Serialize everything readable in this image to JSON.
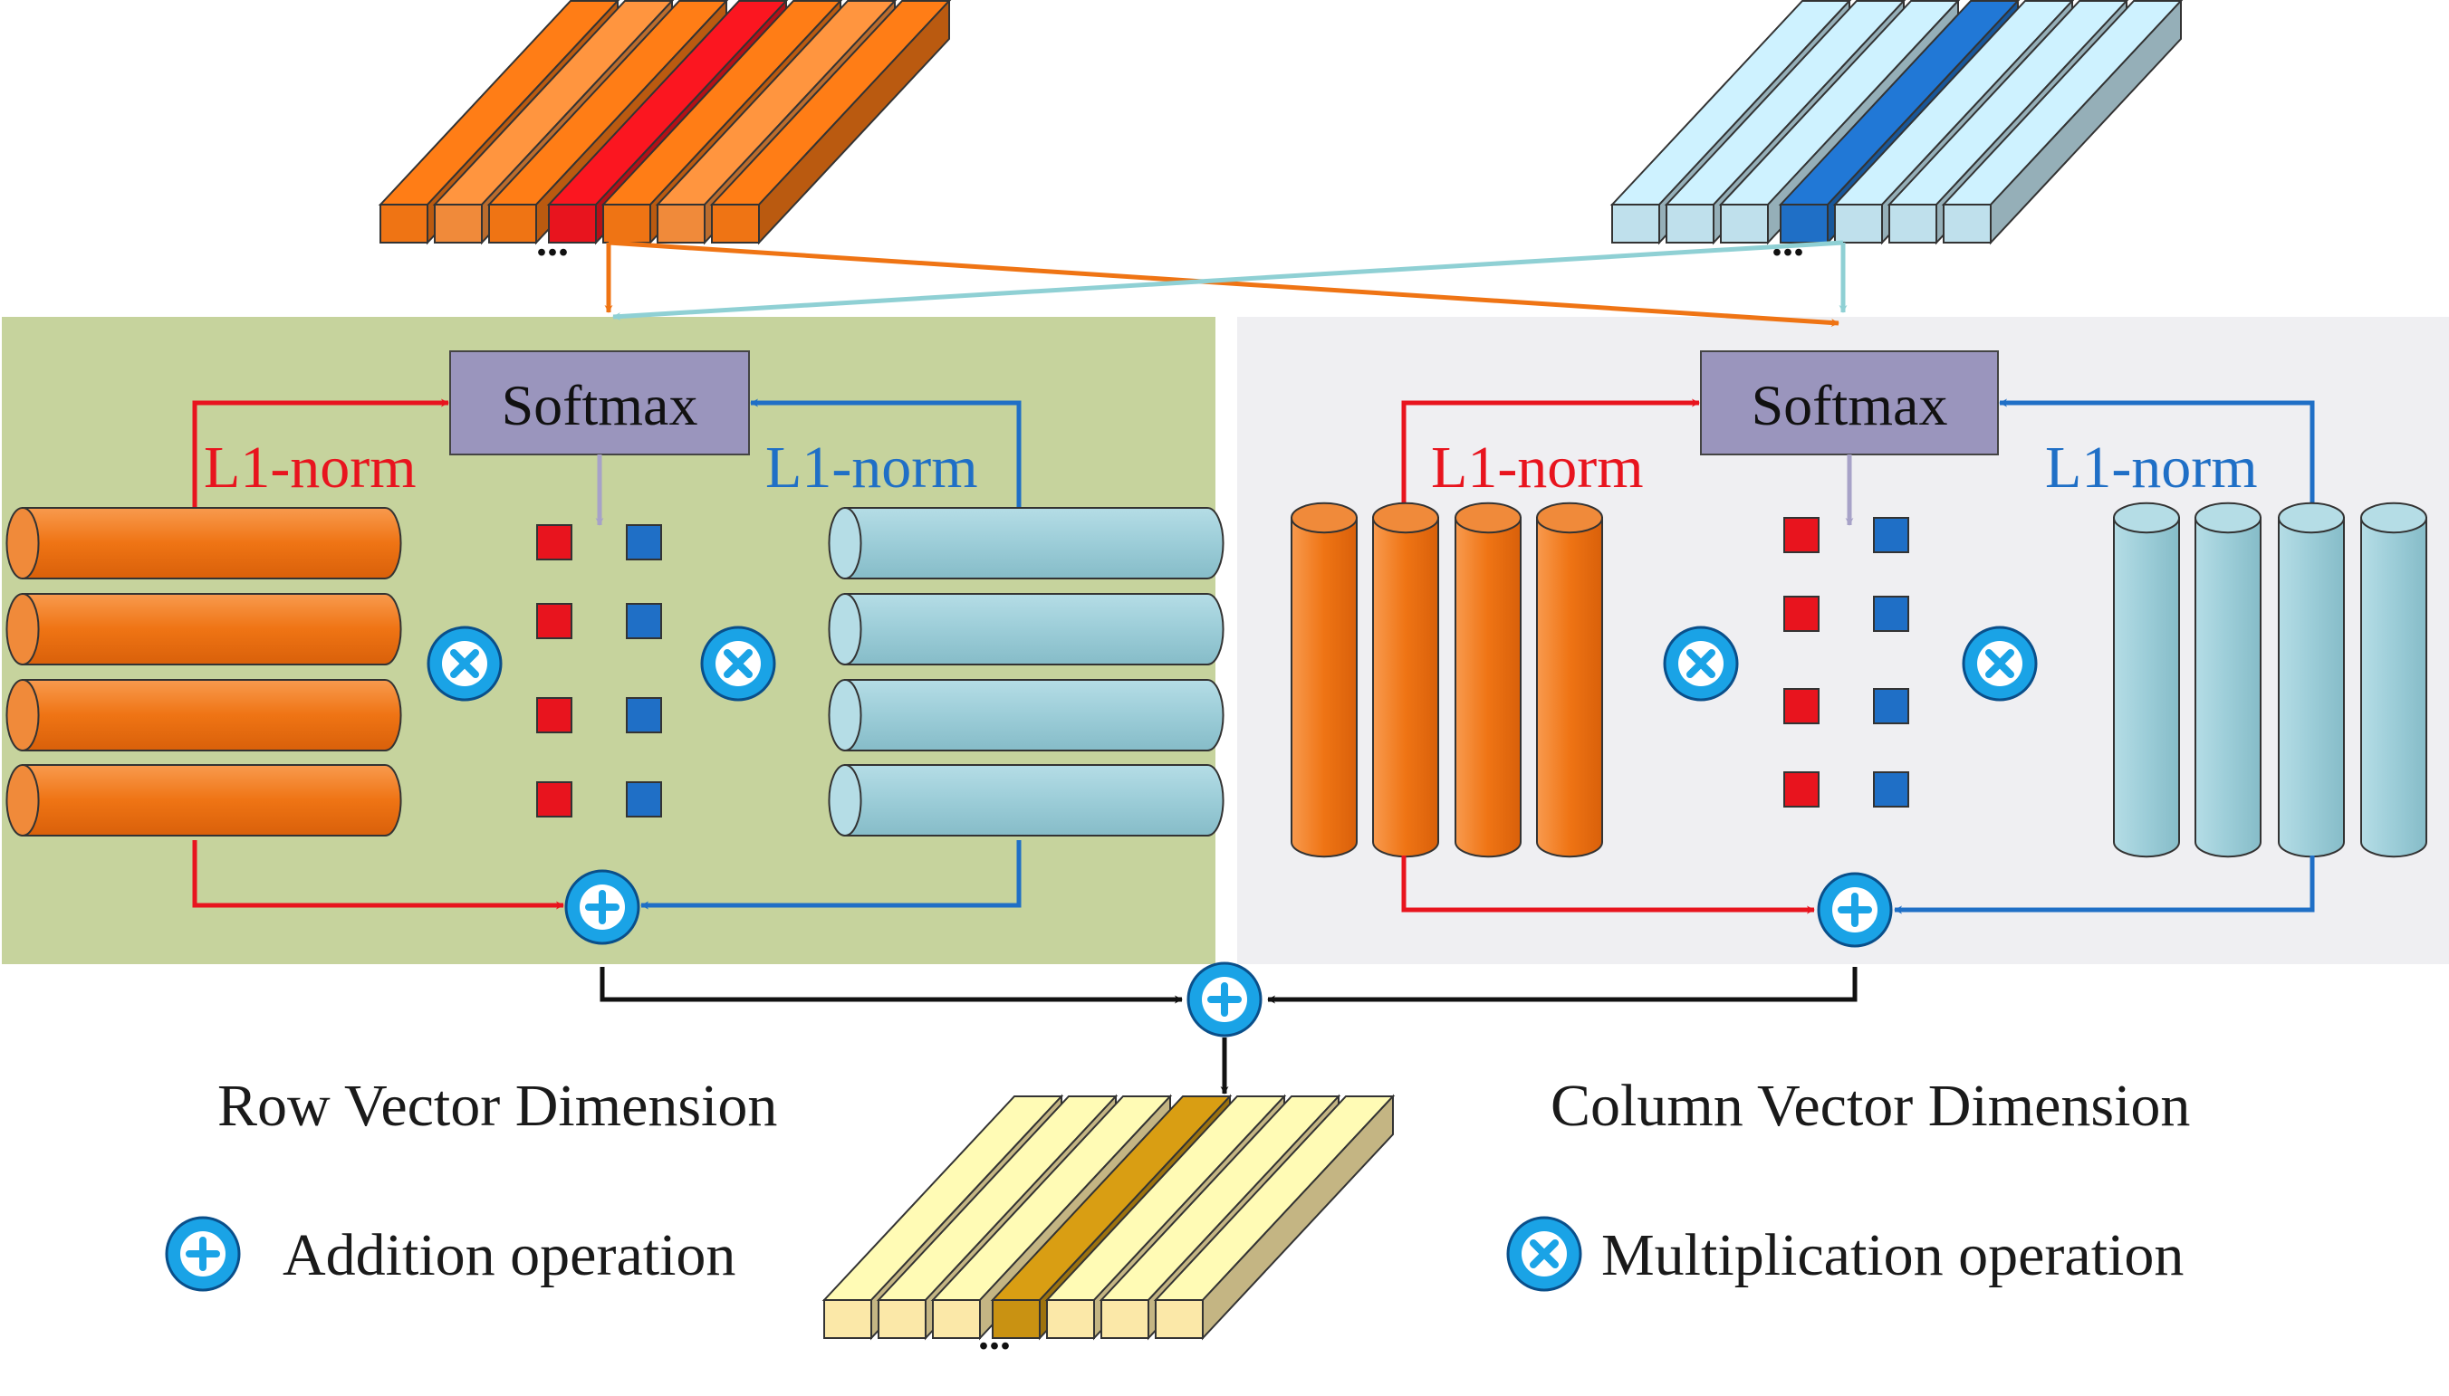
{
  "panels": {
    "row": {
      "softmax": "Softmax",
      "left_norm": "L1-norm",
      "right_norm": "L1-norm",
      "caption": "Row Vector Dimension"
    },
    "column": {
      "softmax": "Softmax",
      "left_norm": "L1-norm",
      "right_norm": "L1-norm",
      "caption": "Column Vector Dimension"
    }
  },
  "stacks": {
    "orange_dots": "...",
    "blue_dots": "...",
    "yellow_dots": "..."
  },
  "legend": {
    "addition": "Addition operation",
    "multiplication": "Multiplication operation"
  },
  "colors": {
    "orange": "#ef7414",
    "light_orange": "#f5a468",
    "red": "#e8141e",
    "blue": "#1f6fc6",
    "light_blue": "#bfe0ec",
    "teal": "#9ccdd8",
    "yellow": "#fbe8a8",
    "dark_yellow": "#e9b828",
    "olive_panel": "#c6d39d",
    "gray_panel": "#efeff2",
    "softmax": "#9a95bd",
    "op_circle": "#1aa3e6"
  }
}
